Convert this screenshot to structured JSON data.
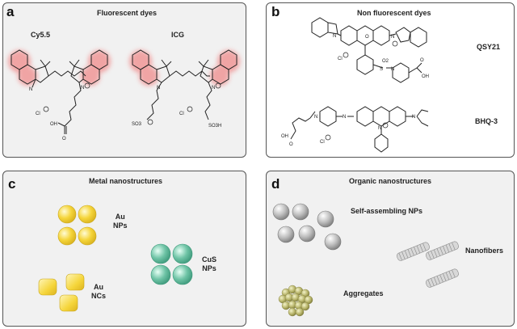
{
  "panels": {
    "a": {
      "letter": "a",
      "title": "Fluorescent dyes",
      "labels": {
        "cy55": "Cy5.5",
        "icg": "ICG"
      },
      "chem": {
        "cl": "Cl",
        "n": "N",
        "o": "O",
        "oh": "OH",
        "so3": "SO3",
        "so3h": "SO3H"
      }
    },
    "b": {
      "letter": "b",
      "title": "Non fluorescent dyes",
      "labels": {
        "qsy21": "QSY21",
        "bhq3": "BHQ-3"
      },
      "chem": {
        "cl": "Cl",
        "n": "N",
        "o": "O",
        "oh": "OH",
        "s": "S",
        "o2": "O2"
      }
    },
    "c": {
      "letter": "c",
      "title": "Metal nanostructures",
      "labels": {
        "au_nps_1": "Au",
        "au_nps_2": "NPs",
        "cus_nps_1": "CuS",
        "cus_nps_2": "NPs",
        "au_ncs_1": "Au",
        "au_ncs_2": "NCs"
      }
    },
    "d": {
      "letter": "d",
      "title": "Organic nanostructures",
      "labels": {
        "self_assembling": "Self-assembling NPs",
        "nanofibers": "Nanofibers",
        "aggregates": "Aggregates"
      }
    }
  },
  "colors": {
    "gold": "#f5d53a",
    "teal": "#6fc4a6",
    "silver": "#b8b8b8",
    "olive": "#b7b46a",
    "glow": "#f08b8b"
  }
}
